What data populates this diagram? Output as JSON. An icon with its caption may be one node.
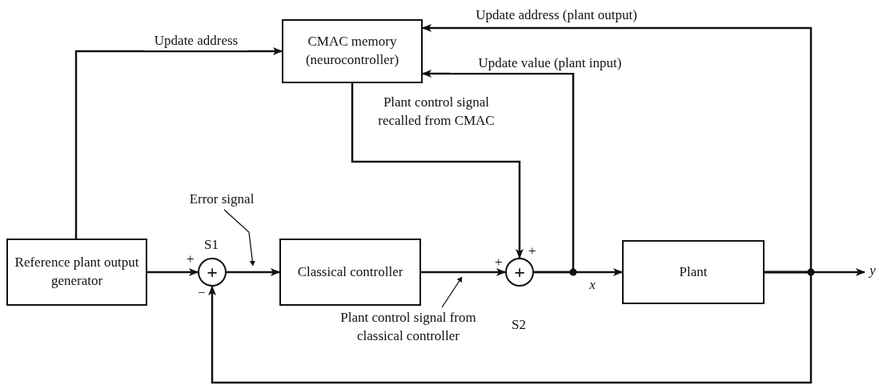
{
  "diagram": {
    "nodes": [
      {
        "text": [
          "CMAC memory (neurocontroller)"
        ]
      },
      {
        "text": [
          "Reference plant output generator"
        ]
      },
      {
        "text": [
          "+"
        ],
        "beside": [
          "S1"
        ]
      },
      {
        "text": [
          "Classical controller"
        ]
      },
      {
        "text": [
          "+"
        ],
        "beside": [
          "S2"
        ]
      },
      {
        "text": [
          "Plant"
        ]
      },
      {
        "text": [
          "Error signal"
        ]
      },
      {
        "text": [
          "Plant control signal from classical controller"
        ]
      }
    ],
    "edges": [
      {
        "from": 1,
        "to": 0,
        "arrow": "to",
        "label": "Update address"
      },
      {
        "from": 5,
        "to": 0,
        "arrow": "to",
        "label": "Update address (plant output)"
      },
      {
        "from": 4,
        "to": 0,
        "arrow": "to",
        "label": "Update value (plant input)"
      },
      {
        "from": 0,
        "to": 4,
        "arrow": "to",
        "label": "Plant control signal recalled from CMAC"
      },
      {
        "from": 1,
        "to": 2,
        "arrow": "to"
      },
      {
        "from": 2,
        "to": 3,
        "arrow": "to"
      },
      {
        "from": 3,
        "to": 4,
        "arrow": "to"
      },
      {
        "from": 4,
        "to": 5,
        "arrow": "to",
        "label": "x"
      },
      {
        "from": 5,
        "to": null,
        "arrow": "to",
        "label": "y"
      },
      {
        "from": 5,
        "to": 2,
        "arrow": "to"
      },
      {
        "from": 6,
        "to": null,
        "arrow": "to"
      },
      {
        "from": 7,
        "to": null,
        "arrow": "to"
      }
    ],
    "labels": [
      "+",
      "−",
      "+",
      "+"
    ]
  }
}
